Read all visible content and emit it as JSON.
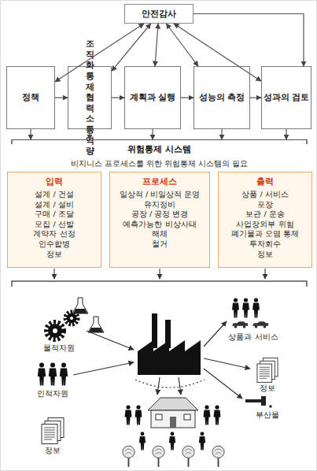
{
  "diagram": {
    "nodes": [
      {
        "text": [
          "안전감사"
        ]
      },
      {
        "text": [
          "정책"
        ]
      },
      {
        "text": [
          "조직화 통제 협력 소통 역량"
        ]
      },
      {
        "text": [
          "계획과 실행"
        ]
      },
      {
        "text": [
          "성능의 측정"
        ]
      },
      {
        "text": [
          "성과의 검토"
        ]
      },
      {
        "text": [
          "위험통제 시스템",
          "비지니스 프로세스를 위한 위험통제 시스템의 필요"
        ]
      },
      {
        "text": [
          "입력",
          "설계 / 건설",
          "설계 / 설비",
          "구매 / 조달",
          "모집 / 선발",
          "계약자 선정",
          "인수합병",
          "정보"
        ]
      },
      {
        "text": [
          "프로세스",
          "일상적 / 비일상적 운영",
          "유지정비",
          "공장 / 공정 변경",
          "예측가능한 비상사태",
          "해체",
          "철거"
        ]
      },
      {
        "text": [
          "출력",
          "상품 / 서비스",
          "포장",
          "보관 / 운송",
          "사업장외부 위험",
          "폐기물과 오염 통제",
          "투자회수",
          "정보"
        ]
      }
    ],
    "edges": [
      {
        "from": 0,
        "to": 1,
        "arrow": "both"
      },
      {
        "from": 0,
        "to": 2,
        "arrow": "both"
      },
      {
        "from": 0,
        "to": 3,
        "arrow": "both"
      },
      {
        "from": 0,
        "to": 4,
        "arrow": "both"
      },
      {
        "from": 0,
        "to": 5,
        "arrow": "both"
      },
      {
        "from": 0,
        "to": 5,
        "arrow": "to"
      },
      {
        "from": 1,
        "to": 2,
        "arrow": "to"
      },
      {
        "from": 2,
        "to": 3,
        "arrow": "to"
      },
      {
        "from": 3,
        "to": 4,
        "arrow": "to"
      },
      {
        "from": 4,
        "to": 5,
        "arrow": "to"
      },
      {
        "from": 1,
        "to": 6,
        "arrow": "to"
      },
      {
        "from": 2,
        "to": 6,
        "arrow": "to"
      },
      {
        "from": 3,
        "to": 6,
        "arrow": "to"
      },
      {
        "from": 4,
        "to": 6,
        "arrow": "to"
      },
      {
        "from": 5,
        "to": 6,
        "arrow": "to"
      }
    ],
    "labels": [
      "물적자원",
      "인적자원",
      "정보",
      "상품과 서비스",
      "정보",
      "부산물"
    ]
  }
}
